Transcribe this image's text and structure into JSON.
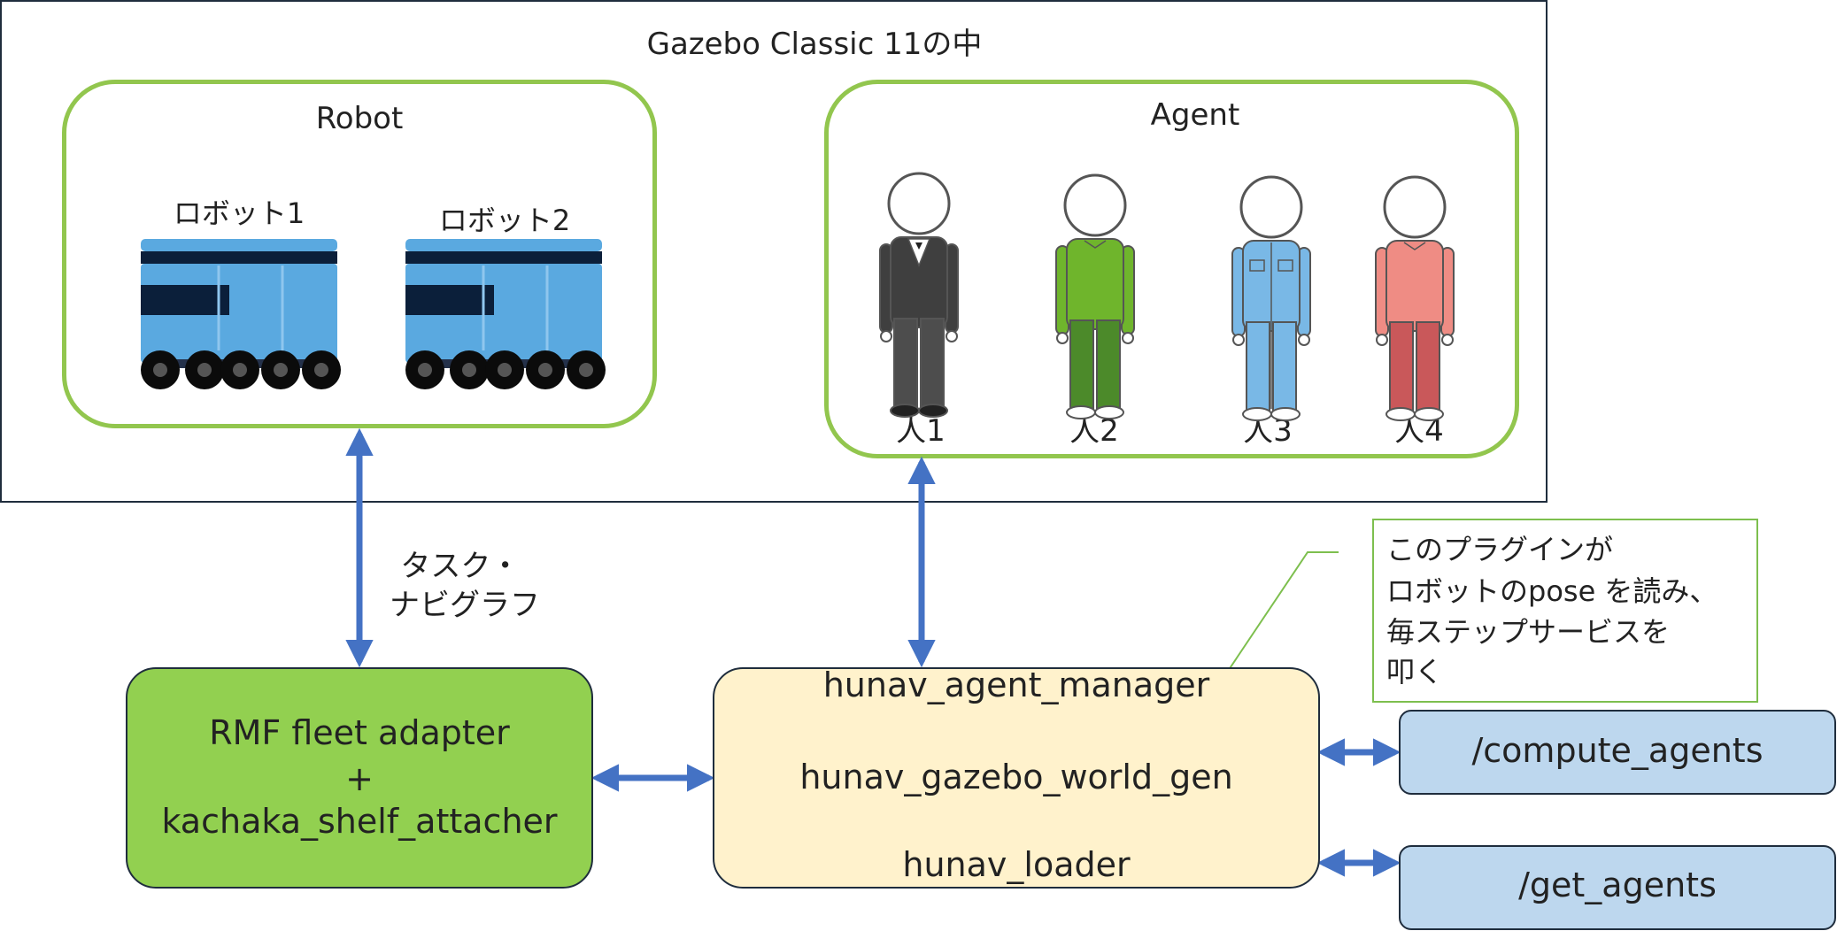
{
  "gazebo": {
    "title": "Gazebo Classic 11の中"
  },
  "robot_group": {
    "title": "Robot",
    "robots": [
      {
        "label": "ロボット1"
      },
      {
        "label": "ロボット2"
      }
    ]
  },
  "agent_group": {
    "title": "Agent",
    "people": [
      {
        "label": "人1",
        "top": "#3f3f3f",
        "bottom": "#4d4d4d",
        "style": "suit"
      },
      {
        "label": "人2",
        "top": "#6fb52c",
        "bottom": "#4c8a2a",
        "style": "casual"
      },
      {
        "label": "人3",
        "top": "#79b8e6",
        "bottom": "#79b8e6",
        "style": "uniform"
      },
      {
        "label": "人4",
        "top": "#ef8c84",
        "bottom": "#c9585a",
        "style": "casual"
      }
    ]
  },
  "edge_label": {
    "line1": "タスク・",
    "line2": "ナビグラフ"
  },
  "fleet_box": {
    "line1": "RMF fleet adapter",
    "line2": "+",
    "line3": "kachaka_shelf_attacher"
  },
  "hunav_box": {
    "line1": "hunav_agent_manager",
    "line2": "hunav_gazebo_world_gen",
    "line3": "hunav_loader"
  },
  "note": {
    "line1": "このプラグインが",
    "line2": "ロボットのpose を読み、",
    "line3": "毎ステップサービスを",
    "line4": "叩く"
  },
  "services": [
    {
      "label": "/compute_agents"
    },
    {
      "label": "/get_agents"
    }
  ],
  "colors": {
    "arrow": "#4472c4",
    "group_border": "#92c64e",
    "robot_body": "#5aa9e0",
    "robot_dark": "#0b1f3a"
  }
}
